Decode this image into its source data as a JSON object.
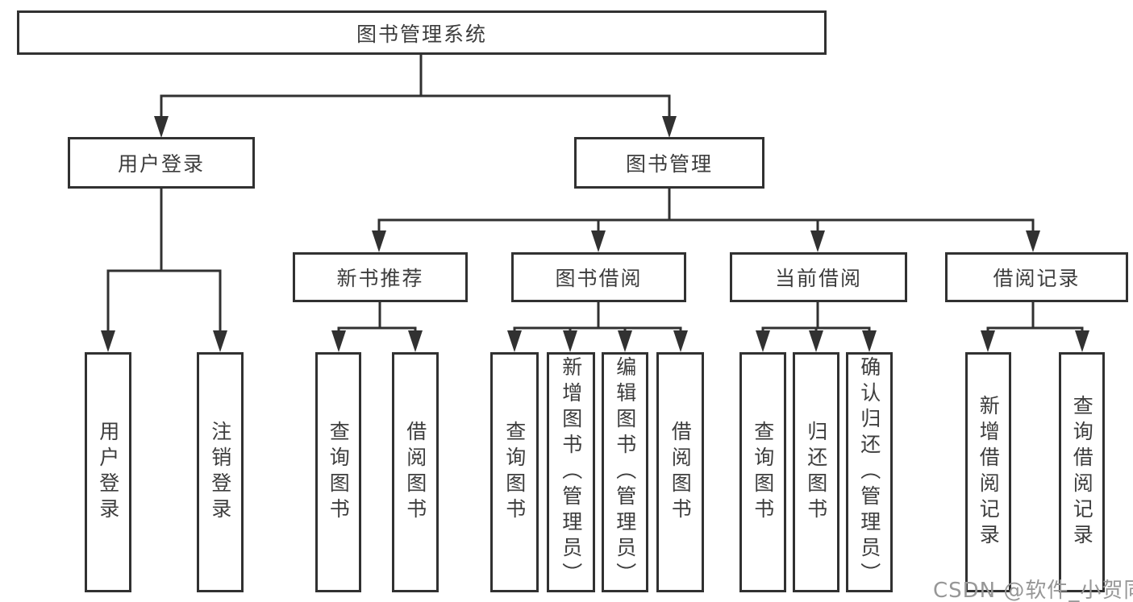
{
  "colors": {
    "background": "#ffffff",
    "line": "#313131",
    "box_border": "#313131",
    "text": "#3d3d3d",
    "watermark": "#979797"
  },
  "tree": {
    "root": {
      "label": "图书管理系统"
    },
    "branches": [
      {
        "label": "用户登录",
        "children": [
          {
            "label": "用户登录"
          },
          {
            "label": "注销登录"
          }
        ]
      },
      {
        "label": "图书管理",
        "children": [
          {
            "label": "新书推荐",
            "children": [
              {
                "label": "查询图书"
              },
              {
                "label": "借阅图书"
              }
            ]
          },
          {
            "label": "图书借阅",
            "children": [
              {
                "label": "查询图书"
              },
              {
                "label": "新增图书（管理员）"
              },
              {
                "label": "编辑图书（管理员）"
              },
              {
                "label": "借阅图书"
              }
            ]
          },
          {
            "label": "当前借阅",
            "children": [
              {
                "label": "查询图书"
              },
              {
                "label": "归还图书"
              },
              {
                "label": "确认归还（管理员）"
              }
            ]
          },
          {
            "label": "借阅记录",
            "children": [
              {
                "label": "新增借阅记录"
              },
              {
                "label": "查询借阅记录"
              }
            ]
          }
        ]
      }
    ]
  },
  "watermark": {
    "text": "CSDN @软件_小贺同学"
  }
}
